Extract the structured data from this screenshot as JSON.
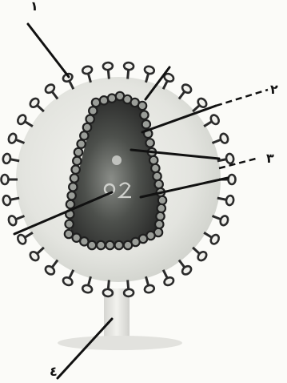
{
  "labels": {
    "l1": "١",
    "l2": "٢",
    "l3": "٣",
    "l4": "٤"
  },
  "colors": {
    "background": "#fbfbf8",
    "outer_sphere": "#e3e4df",
    "core": "#3a3d3a",
    "core_highlight": "#8a8d88",
    "capsomere": "#2b2b2b",
    "stand": "#e6e6e2",
    "ink": "#111111"
  },
  "icons": {
    "spike": "surface-spike-icon",
    "capsomere": "capsomere-bead-icon",
    "base": "stand-base-icon"
  }
}
